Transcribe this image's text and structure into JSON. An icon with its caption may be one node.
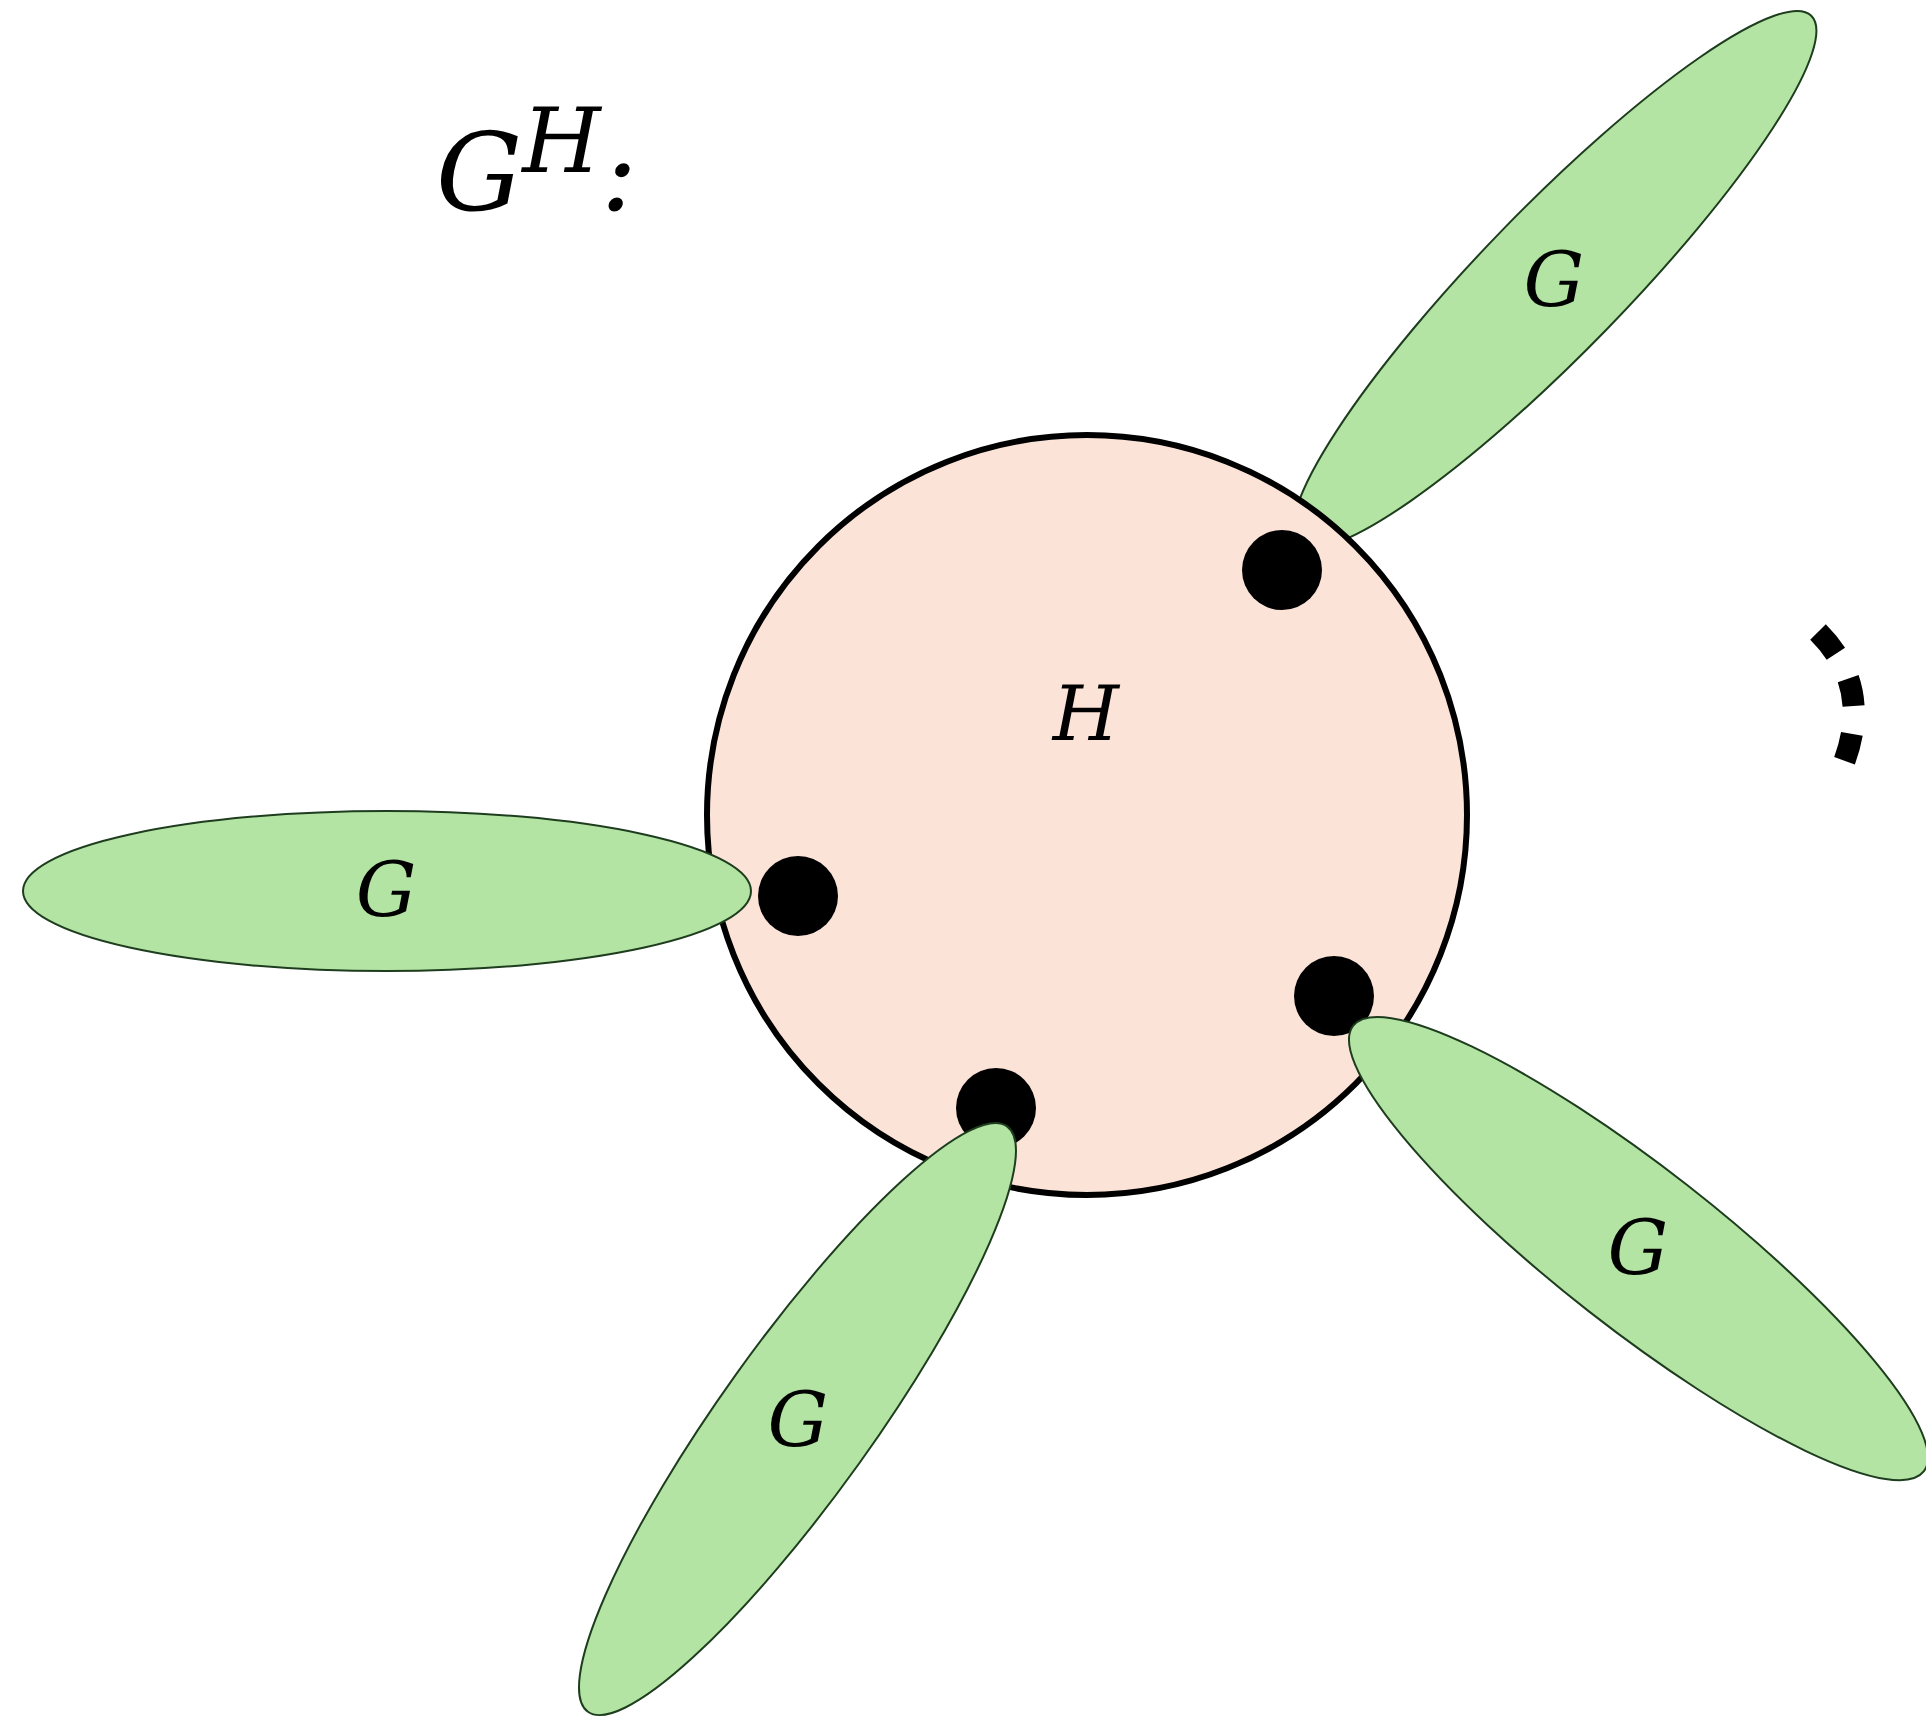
{
  "diagram": {
    "title": "G$^{H}$:",
    "nodes": [
      {
        "text": [
          "G"
        ]
      },
      {
        "text": [
          "H"
        ]
      },
      {
        "text": [
          "G"
        ]
      },
      {
        "text": [
          "G"
        ]
      },
      {
        "text": [
          "G"
        ]
      },
      {
        "text": [],
        "shape": "circle",
        "in": 1
      },
      {
        "text": [],
        "shape": "circle",
        "in": 1
      },
      {
        "text": [],
        "shape": "circle",
        "in": 1
      },
      {
        "text": [],
        "shape": "circle",
        "in": 1
      }
    ],
    "edges": []
  }
}
